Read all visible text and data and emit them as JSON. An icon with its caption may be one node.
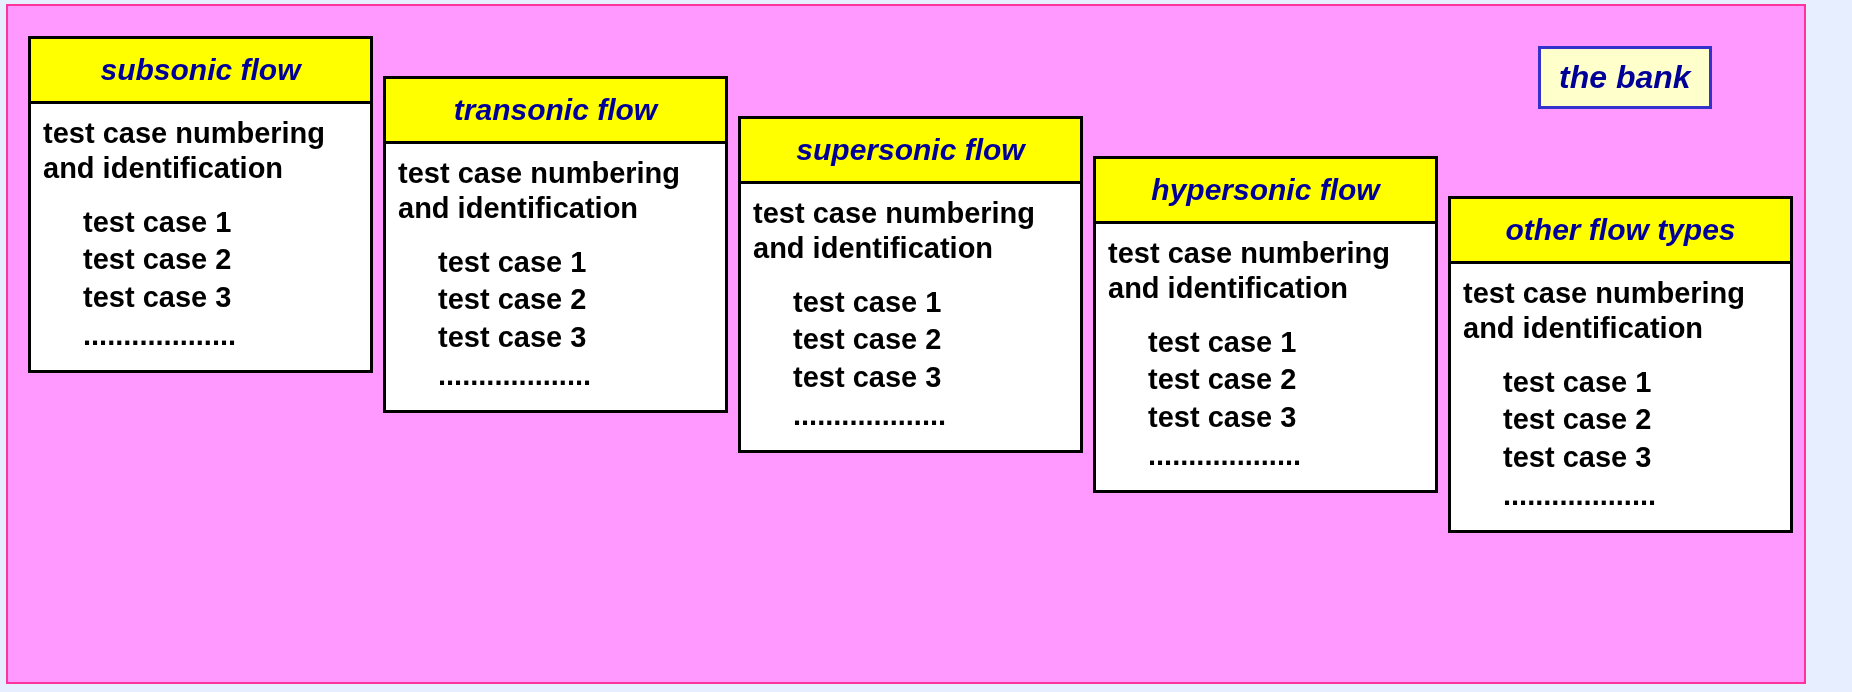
{
  "diagram": {
    "nodes": [
      {
        "text": [],
        "shape": "box"
      },
      {
        "text": [
          "the bank"
        ],
        "in": 0
      },
      {
        "text": [
          "subsonic flow",
          "test case numbering and identification",
          "test case 1",
          "test case 2",
          "test case 3",
          "..................."
        ],
        "in": 0
      },
      {
        "text": [
          "transonic flow",
          "test case numbering and identification",
          "test case 1",
          "test case 2",
          "test case 3",
          "..................."
        ],
        "in": 0
      },
      {
        "text": [
          "supersonic flow",
          "test case numbering and identification",
          "test case 1",
          "test case 2",
          "test case 3",
          "..................."
        ],
        "in": 0
      },
      {
        "text": [
          "hypersonic flow",
          "test case numbering and identification",
          "test case 1",
          "test case 2",
          "test case 3",
          "..................."
        ],
        "in": 0
      },
      {
        "text": [
          "other flow types",
          "test case numbering and identification",
          "test case 1",
          "test case 2",
          "test case 3",
          "..................."
        ],
        "in": 0
      }
    ]
  }
}
